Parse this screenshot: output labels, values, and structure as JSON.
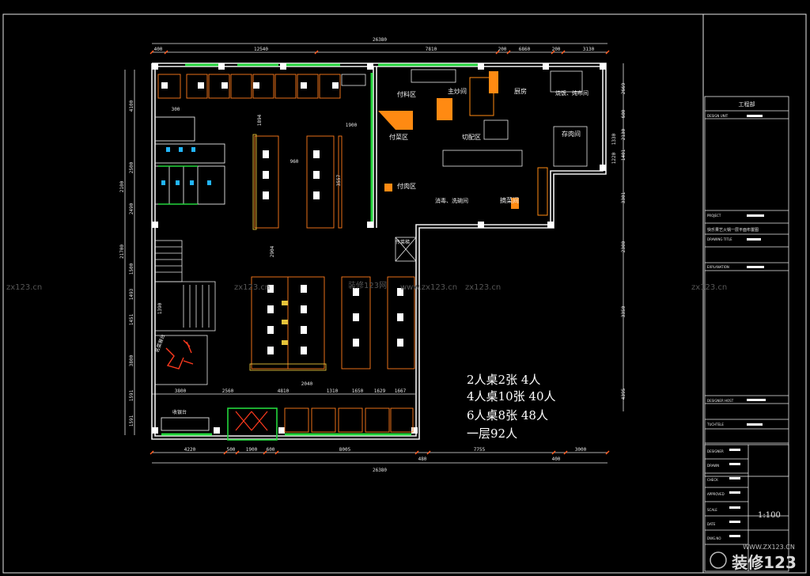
{
  "dims": {
    "top_total": "26380",
    "top": [
      "400",
      "12540",
      "7810",
      "200",
      "6860",
      "200",
      "3130"
    ],
    "bottom_total": "26380",
    "bottom": [
      "4220",
      "500",
      "1900",
      "600",
      "8005",
      "480",
      "7755",
      "400",
      "3000"
    ],
    "inner_bottom": [
      "3800",
      "2560",
      "4810",
      "2040",
      "1310",
      "1650",
      "1629",
      "1667"
    ],
    "left": [
      "4100",
      "2500",
      "2490",
      "1500",
      "1493",
      "1451",
      "3800",
      "1591",
      "1591"
    ],
    "left_total": "21700",
    "left_outer": "2100",
    "right": [
      "2669",
      "600",
      "2130",
      "1401",
      "1330",
      "1220",
      "3301",
      "2300",
      "3350",
      "4395"
    ],
    "inner": [
      "1894",
      "2904",
      "3557",
      "960",
      "1900",
      "1390",
      "300"
    ]
  },
  "rooms": {
    "fuliao": "付料区",
    "zhuchao": "主炒间",
    "chufang": "厨房",
    "zhijuan": "烧饭、炖布间",
    "fucai": "付菜区",
    "qiepei": "切配区",
    "cunrou": "存肉间",
    "furou": "付肉区",
    "xiaodu": "消毒、洗碗间",
    "jicai": "摘菜间",
    "shouyin": "收银台",
    "chuanjian": "传菜梯",
    "meishu": "名菜展台"
  },
  "summary": {
    "line1": "2人桌2张    4人",
    "line2": "4人桌10张  40人",
    "line3": "6人桌8张    48人",
    "line4": "一层92人"
  },
  "watermarks": {
    "wm_left": "zx123.cn",
    "wm_mid1": "zx123.cn",
    "wm_mid2": "装修123网",
    "wm_mid3": "www.zx123.cn",
    "wm_mid4": "zx123.cn",
    "wm_right": "zx123.cn",
    "corner_url": "WWW.ZX123.CN",
    "corner_logo": "装修123"
  },
  "title_block": {
    "header": "工程部",
    "design_unit": "DESIGN UNIT",
    "project": "PROJECT",
    "project_name": "快乐果艺火锅一层平面布置图",
    "drawing_title": "DRAWING TITLE",
    "explanation": "EXPLANATION",
    "designer_host": "DESIGNER HOST",
    "tuchtele": "TUCHTELE",
    "designer": "DESIGNER",
    "drawn": "DRAWN",
    "check": "CHECK",
    "approved": "APPROVED",
    "scale": "SCALE",
    "scale_value": "1:100",
    "date": "DATE",
    "dwg": "DWG.NO"
  }
}
